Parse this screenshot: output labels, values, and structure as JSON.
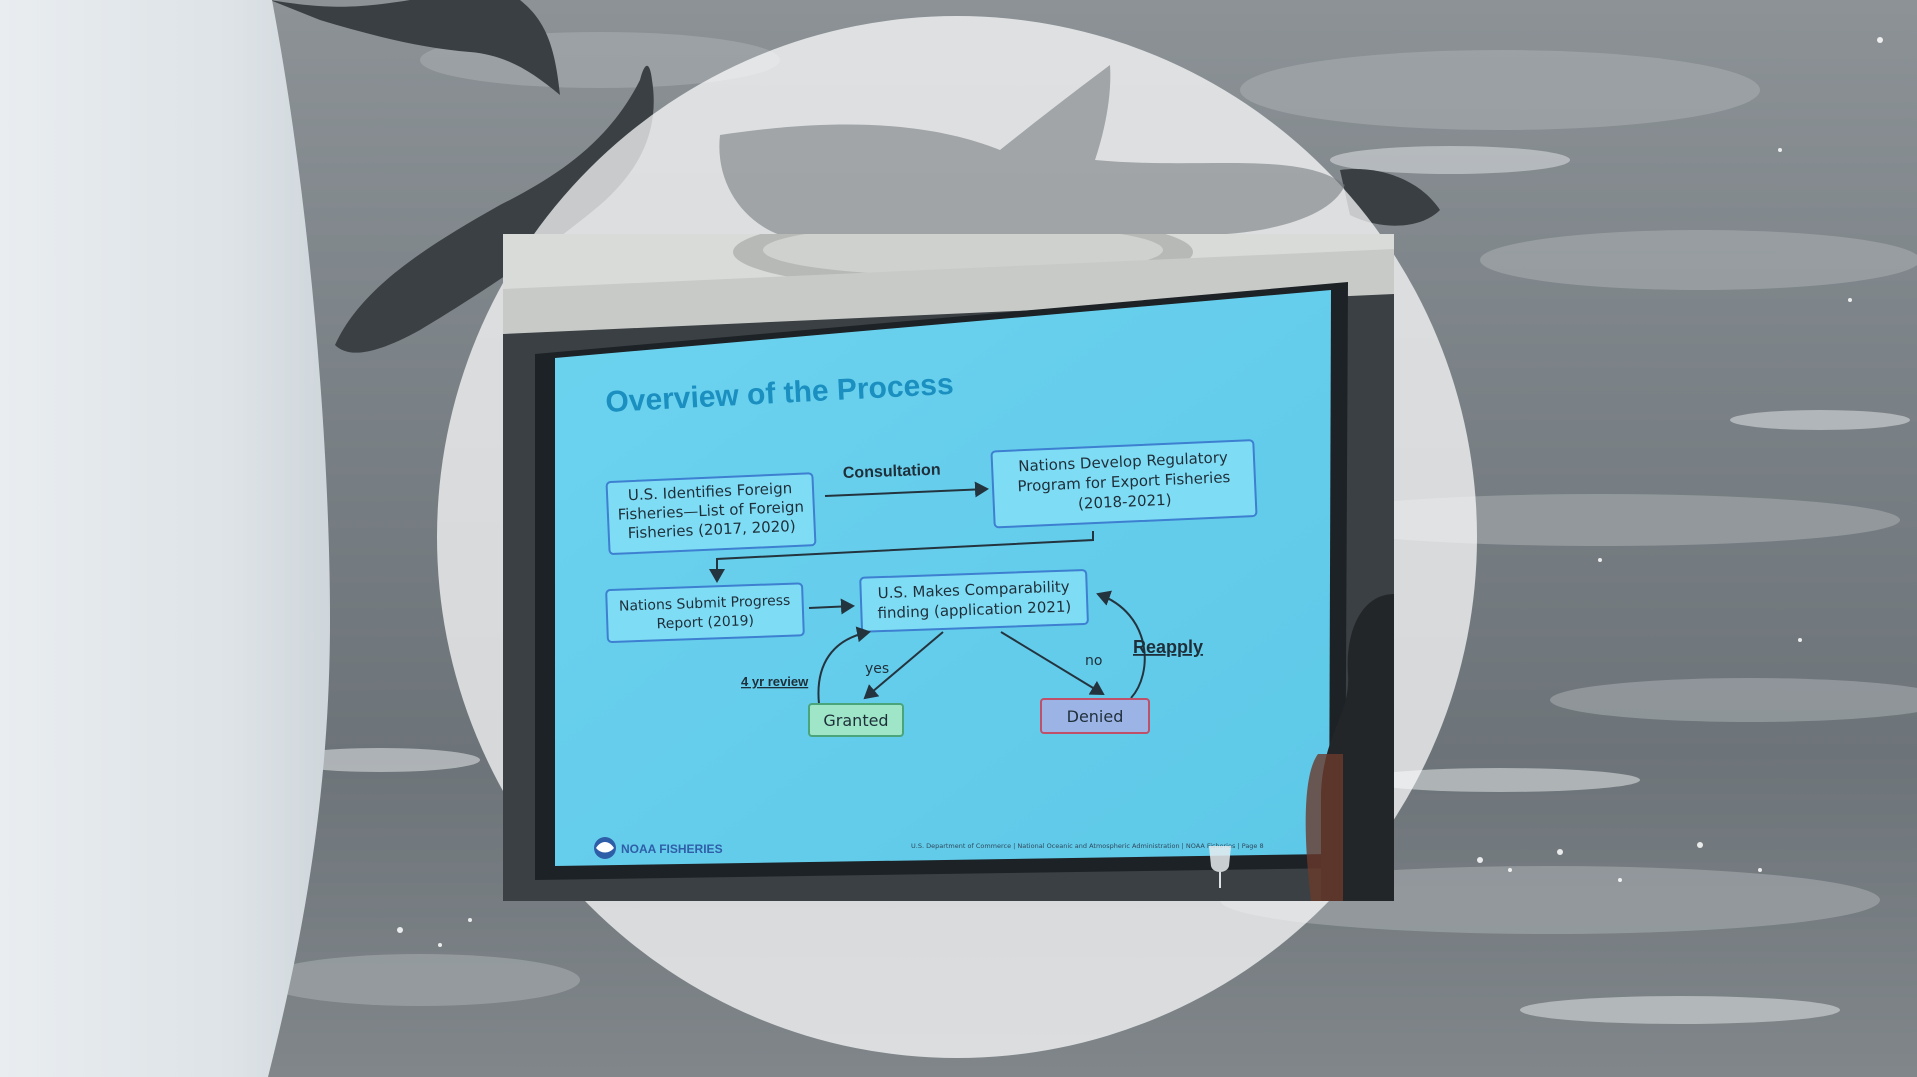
{
  "slide": {
    "title": "Overview of the Process",
    "box_identify": [
      "U.S. Identifies Foreign",
      "Fisheries—List of Foreign",
      "Fisheries (2017, 2020)"
    ],
    "arrow_consultation": "Consultation",
    "box_develop": [
      "Nations Develop Regulatory",
      "Program for Export Fisheries",
      "(2018-2021)"
    ],
    "box_progress": [
      "Nations Submit Progress",
      "Report (2019)"
    ],
    "box_finding": [
      "U.S. Makes Comparability",
      "finding (application 2021)"
    ],
    "label_yes": "yes",
    "label_no": "no",
    "label_review": "4 yr review",
    "label_reapply": "Reapply",
    "box_granted": "Granted",
    "box_denied": "Denied",
    "logo_text": "NOAA FISHERIES",
    "footer": "U.S. Department of Commerce | National Oceanic and Atmospheric Administration | NOAA Fisheries | Page 8"
  },
  "colors": {
    "screen": "#6ed4ee",
    "title": "#1a8fc0",
    "box_border": "#3d7fd0",
    "granted_fill": "#9ee6c7",
    "denied_fill": "#9cb3e6",
    "denied_border": "#c0506a"
  }
}
